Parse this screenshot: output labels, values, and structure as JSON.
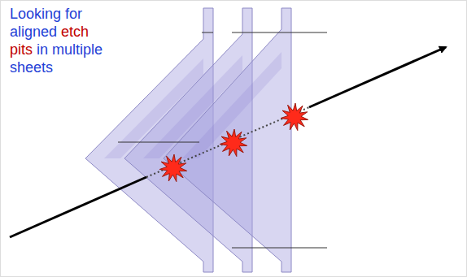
{
  "diagram": {
    "labels": [
      "Looking for aligned",
      "etch pits",
      "in multiple sheets"
    ]
  }
}
